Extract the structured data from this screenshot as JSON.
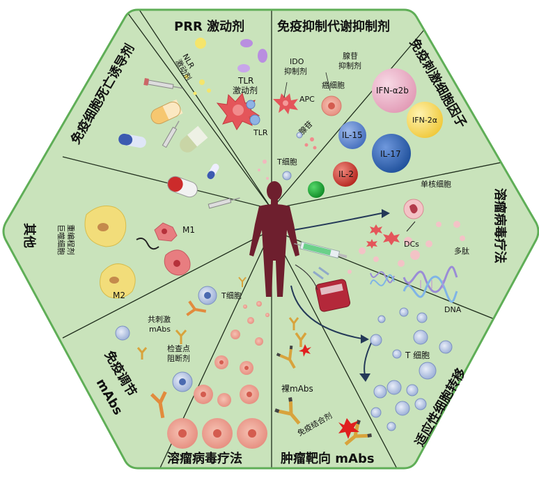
{
  "sections": {
    "prr": "PRR 激动剂",
    "metabolic": "免疫抑制代谢抑制剂",
    "cytokines": "免疫刺激细胞因子",
    "oncolytic_right": "溶瘤病毒疗法",
    "act": "适应性细胞转移",
    "targeting": "肿瘤靶向 mAbs",
    "oncolytic_bottom": "溶瘤病毒疗法",
    "modulating_line1": "免疫调节",
    "modulating_line2": "mAbs",
    "others": "其他",
    "icd": "免疫细胞死亡诱导剂"
  },
  "labels": {
    "nlr_1": "NLR",
    "nlr_2": "激动剂",
    "tlr_1": "TLR",
    "tlr_2": "激动剂",
    "tlr": "TLR",
    "ido_1": "IDO",
    "ido_2": "抑制剂",
    "adenosine_inh_1": "腺苷",
    "adenosine_inh_2": "抑制剂",
    "apc": "APC",
    "cancer_cell": "癌细胞",
    "adenosine": "腺苷",
    "tcell_top": "T细胞",
    "ifn_a2b": "IFN-α2b",
    "ifn_2a": "IFN-2α",
    "il15": "IL-15",
    "il17": "IL-17",
    "il2": "IL-2",
    "monocyte": "单核细胞",
    "dcs": "DCs",
    "peptide": "多肽",
    "dna": "DNA",
    "tcell_act": "T 细胞",
    "naked_mabs": "裸mAbs",
    "conjugate": "免疫结合剂",
    "costim_1": "共刺激",
    "costim_2": "mAbs",
    "checkpoint_1": "检查点",
    "checkpoint_2": "阻断剂",
    "tcell_mod": "T细胞",
    "macro_1": "巨噬细胞",
    "macro_2": "重编程剂",
    "m1": "M1",
    "m2": "M2"
  },
  "colors": {
    "panel": "#c9e3bb",
    "border": "#5fae57",
    "body": "#6e1f2e",
    "ifn_a2b": "#e8a9bf",
    "ifn_2a": "#f3d96a",
    "il15": "#5a82c9",
    "il17": "#2f64ae",
    "il2": "#c8352e",
    "dc": "#e4555a",
    "mab": "#d8a33c"
  }
}
